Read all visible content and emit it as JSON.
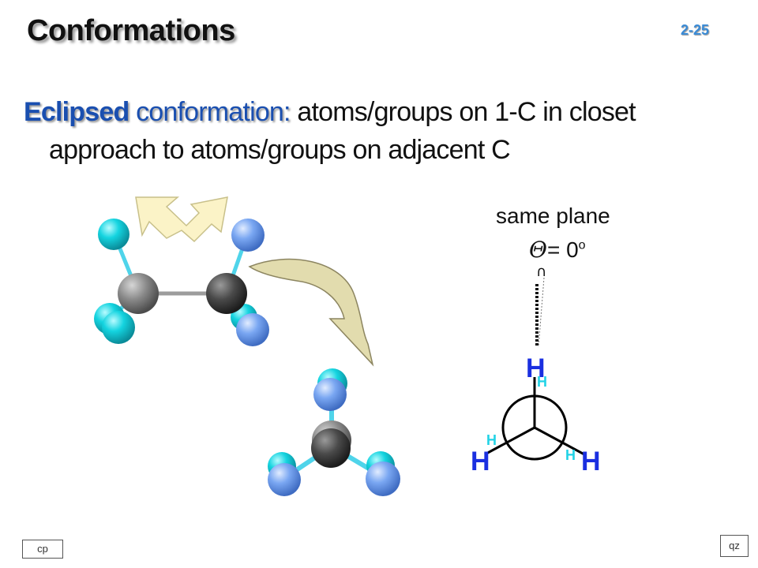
{
  "slide": {
    "title": "Conformations",
    "number": "2-25"
  },
  "definition": {
    "term_bold": "Eclipsed",
    "term_rest": "conformation:",
    "text_line1": " atoms/groups on 1-C in closet",
    "text_line2": "approach to atoms/groups on adjacent C"
  },
  "dihedral": {
    "plane_label": "same plane",
    "theta_symbol": "Θ",
    "angle_value": "= 0",
    "degree_mark": "o",
    "cap_glyph": "∩"
  },
  "newman": {
    "front_top": "H",
    "front_left": "H",
    "front_right": "H",
    "back_top": "H",
    "back_left": "H",
    "back_right": "H"
  },
  "buttons": {
    "cp": "cp",
    "qz": "qz"
  },
  "colors": {
    "title": "#111111",
    "term": "#1a4fb0",
    "slide_number": "#3a8bd6",
    "front_h": "#1a2fe0",
    "back_h": "#22d3e6",
    "atom_cyan": "#14d4e0",
    "atom_lightblue": "#7aa7f2",
    "carbon_light": "#8a8a8a",
    "carbon_dark": "#4a4a4a",
    "arrow_fill": "#fbf3c7"
  }
}
